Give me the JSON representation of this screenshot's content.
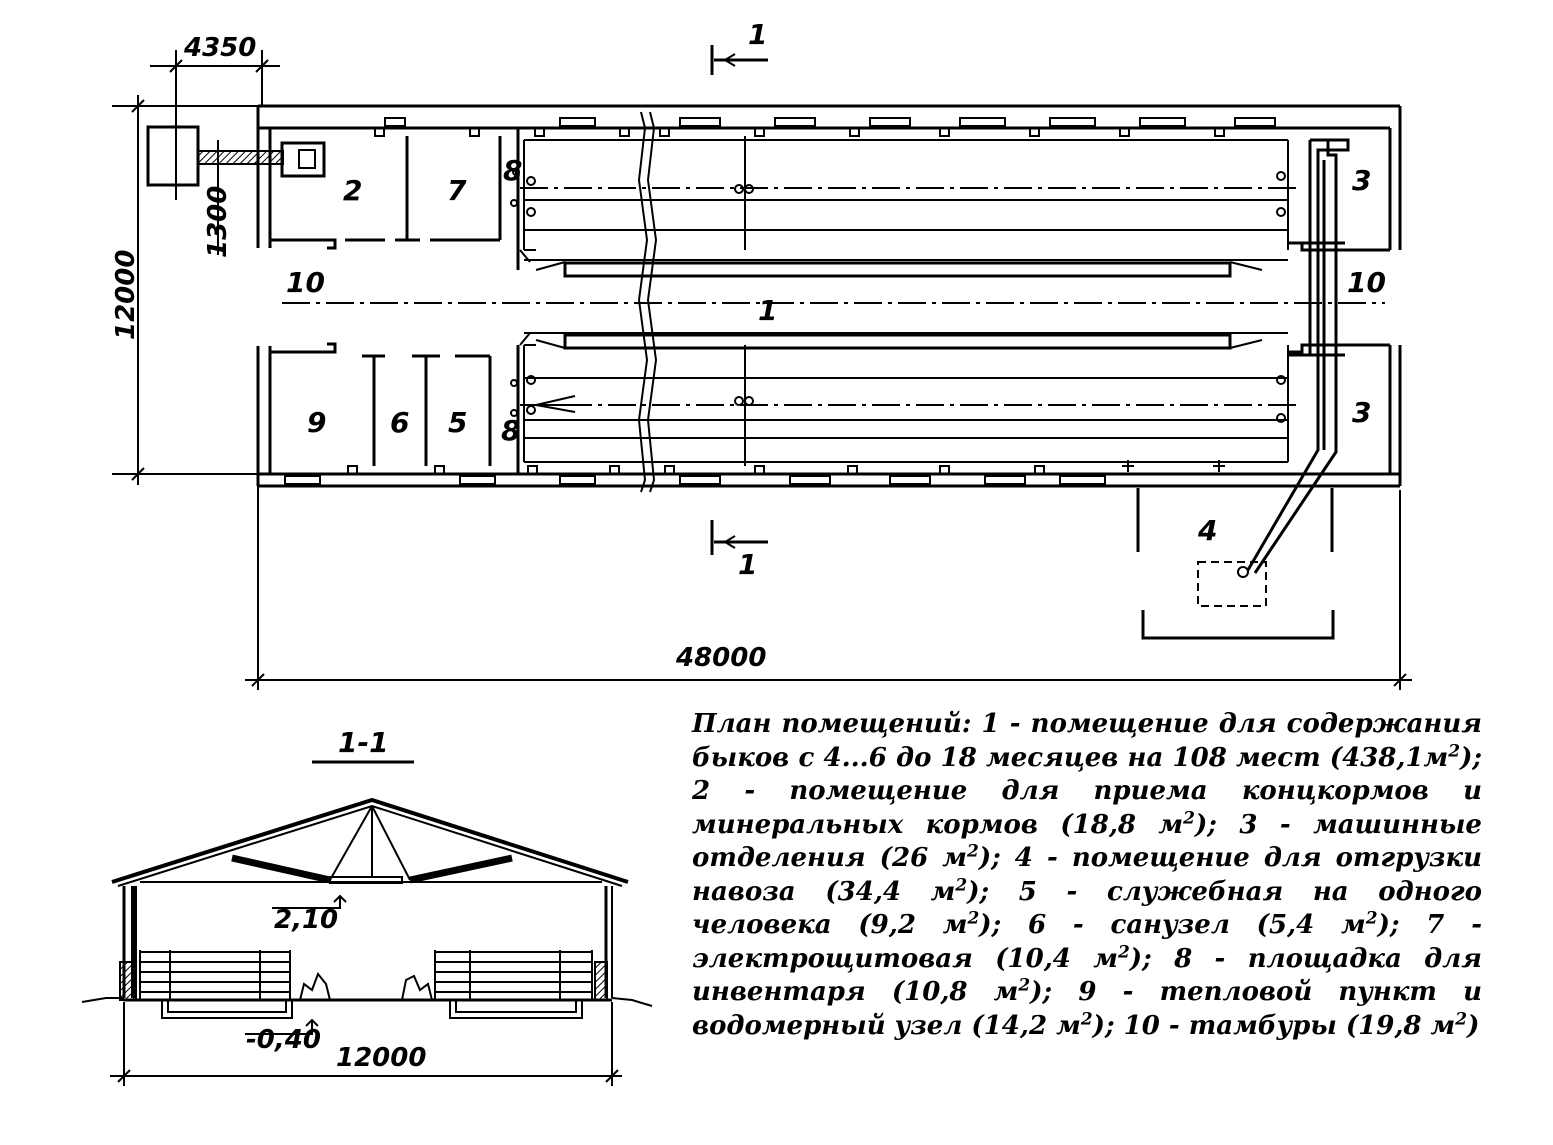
{
  "plan": {
    "section_mark": "1",
    "dimensions": {
      "annex_width": "4350",
      "annex_height": "1300",
      "building_width": "12000",
      "building_length": "48000"
    },
    "room_labels": {
      "r1": "1",
      "r2": "2",
      "r3_top": "3",
      "r3_bottom": "3",
      "r4": "4",
      "r5": "5",
      "r6": "6",
      "r7": "7",
      "r8_top": "8",
      "r8_bottom": "8",
      "r9": "9",
      "r10_left": "10",
      "r10_right": "10"
    }
  },
  "section": {
    "title": "1-1",
    "level_top": "2,10",
    "level_bottom": "-0,40",
    "width": "12000"
  },
  "caption": {
    "lead": "План помещений:",
    "items": [
      {
        "num": "1",
        "text": "помещение для содержания быков с 4...6 до 18 месяцев  на 108 мест",
        "area": "438,1",
        "unit": "м"
      },
      {
        "num": "2",
        "text": "помещение для приема концкормов и минеральных кормов",
        "area": "18,8",
        "unit": "м"
      },
      {
        "num": "3",
        "text": "машинные отделения",
        "area": "26",
        "unit": "м"
      },
      {
        "num": "4",
        "text": "помещение для отгрузки навоза",
        "area": "34,4",
        "unit": "м"
      },
      {
        "num": "5",
        "text": "служебная на одного человека",
        "area": "9,2",
        "unit": "м"
      },
      {
        "num": "6",
        "text": "санузел",
        "area": "5,4",
        "unit": "м"
      },
      {
        "num": "7",
        "text": "электрощитовая",
        "area": "10,4",
        "unit": "м"
      },
      {
        "num": "8",
        "text": "площадка для инвентаря",
        "area": "10,8",
        "unit": "м"
      },
      {
        "num": "9",
        "text": "тепловой пункт и водомерный узел",
        "area": "14,2",
        "unit": "м"
      },
      {
        "num": "10",
        "text": "тамбуры",
        "area": "19,8",
        "unit": "м"
      }
    ]
  }
}
